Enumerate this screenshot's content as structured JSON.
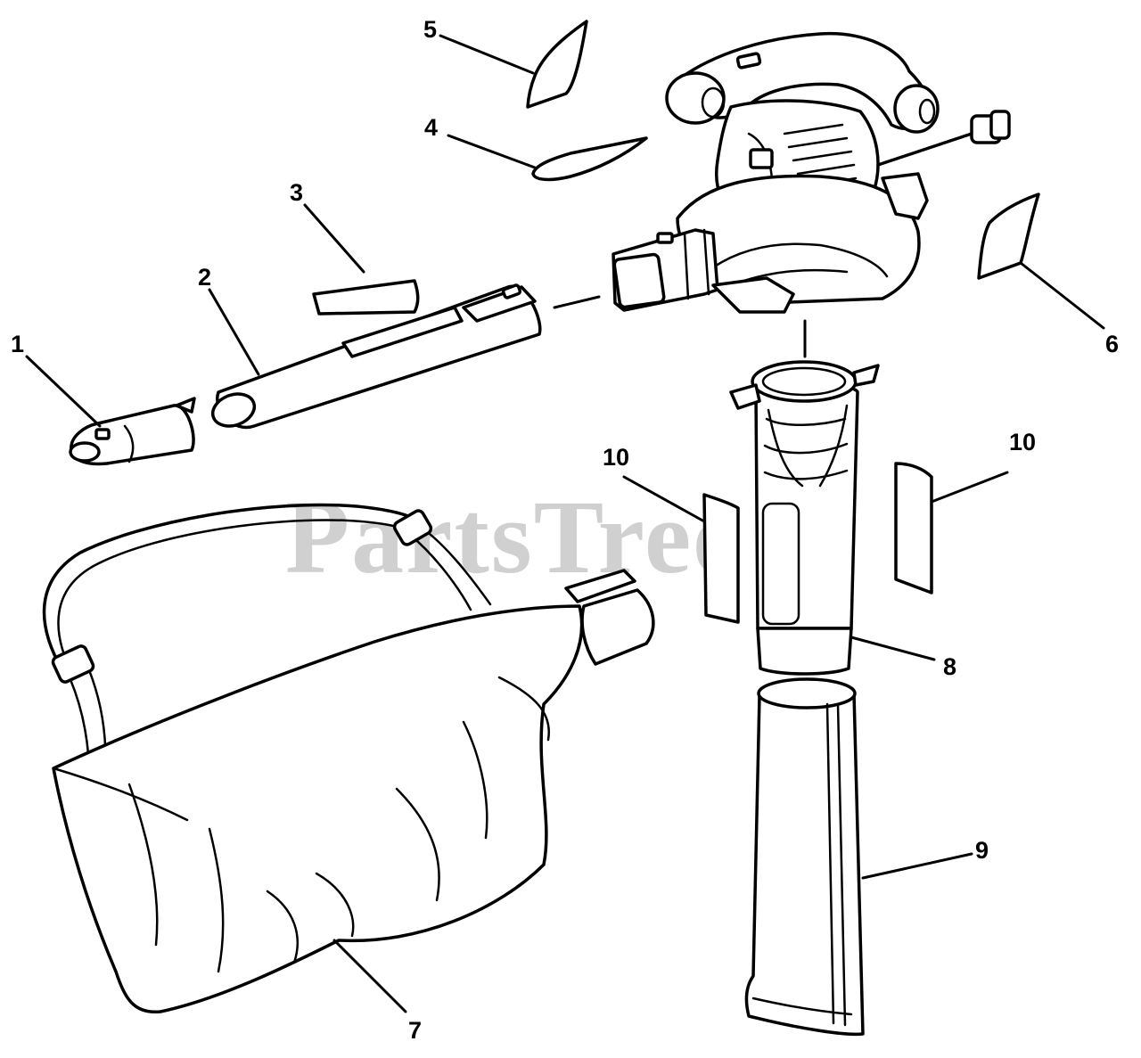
{
  "watermark": "PartsTree",
  "callouts": [
    {
      "id": "1",
      "label": "1"
    },
    {
      "id": "2",
      "label": "2"
    },
    {
      "id": "3",
      "label": "3"
    },
    {
      "id": "4",
      "label": "4"
    },
    {
      "id": "5",
      "label": "5"
    },
    {
      "id": "6",
      "label": "6"
    },
    {
      "id": "7",
      "label": "7"
    },
    {
      "id": "8",
      "label": "8"
    },
    {
      "id": "9",
      "label": "9"
    },
    {
      "id": "10a",
      "label": "10"
    },
    {
      "id": "10b",
      "label": "10"
    }
  ]
}
